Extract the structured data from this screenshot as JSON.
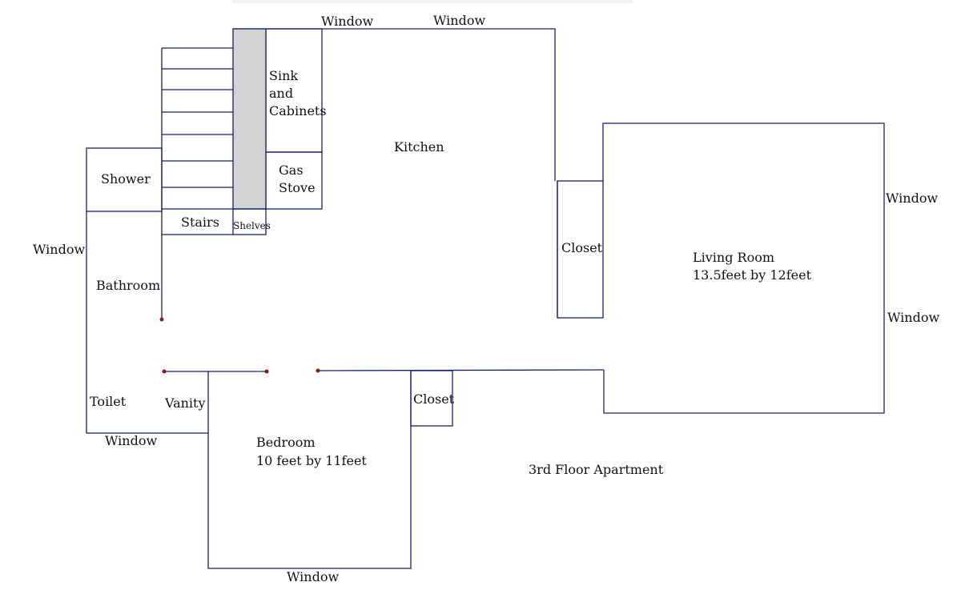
{
  "labels": {
    "window_top_left": "Window",
    "window_top_right": "Window",
    "sink_l1": "Sink",
    "sink_l2": "and",
    "sink_l3": "Cabinets",
    "gas_l1": "Gas",
    "gas_l2": "Stove",
    "kitchen": "Kitchen",
    "shower": "Shower",
    "stairs": "Stairs",
    "shelves": "Shelves",
    "window_left": "Window",
    "bathroom": "Bathroom",
    "closet_kitchen": "Closet",
    "living_room": "Living Room",
    "living_room_size": "13.5feet by 12feet",
    "window_right_upper": "Window",
    "window_right_lower": "Window",
    "toilet": "Toilet",
    "vanity": "Vanity",
    "window_bathroom_bottom": "Window",
    "closet_bedroom": "Closet",
    "bedroom": "Bedroom",
    "bedroom_size": "10 feet by 11feet",
    "apartment_title": "3rd Floor Apartment",
    "window_bedroom_bottom": "Window"
  },
  "colors": {
    "wall": "#1c1f6e",
    "shelving": "#d3d3d3",
    "door_marker": "#8a1a1a"
  }
}
